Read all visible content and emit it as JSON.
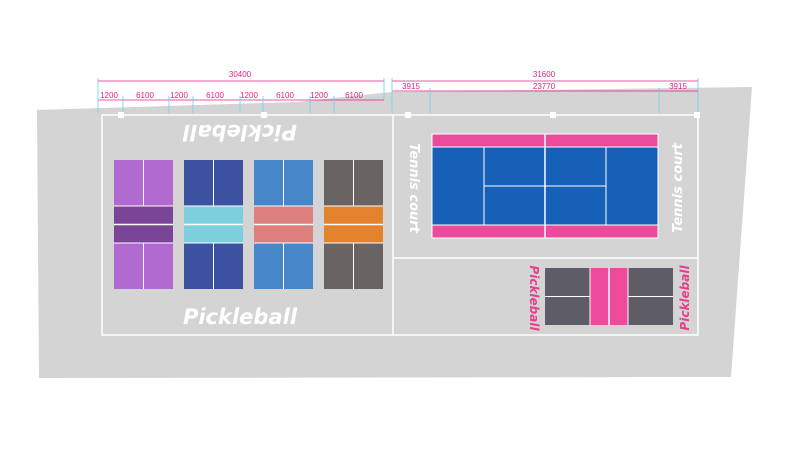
{
  "dimensions": {
    "left_total": "30400",
    "left_segments": [
      "1200",
      "6100",
      "1200",
      "6100",
      "1200",
      "6100",
      "1200",
      "6100"
    ],
    "right_total": "31600",
    "right_outer_left": "3915",
    "right_inner": "23770",
    "right_outer_right": "3915"
  },
  "labels": {
    "pickleball_top": "Pickleball",
    "pickleball_bottom": "Pickleball",
    "tennis_left": "Tennis court",
    "tennis_right": "Tennis court",
    "small_pickleball_left": "Pickleball",
    "small_pickleball_right": "Pickleball"
  },
  "colors": {
    "site": "#d4d4d4",
    "line": "#ffffff",
    "dimension": "#e0218a",
    "extension": "#63d3de",
    "court1_main": "#b06ad0",
    "court1_kitchen": "#7a4596",
    "court2_main": "#3c51a0",
    "court2_kitchen": "#7ecfdd",
    "court3_main": "#4686c9",
    "court3_kitchen": "#dd7f7c",
    "court4_main": "#686464",
    "court4_kitchen": "#e3832d",
    "tennis_main": "#1760b8",
    "tennis_alley": "#ec4a9a",
    "small_main": "#5e5c66",
    "small_kitchen": "#ec4a9a"
  }
}
